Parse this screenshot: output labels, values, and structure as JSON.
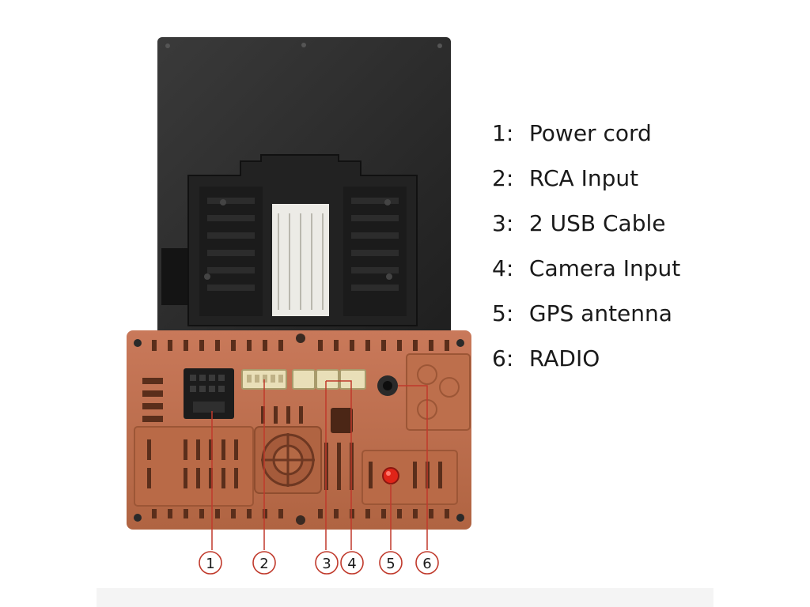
{
  "legend": [
    {
      "number": "1:",
      "label": "Power cord"
    },
    {
      "number": "2:",
      "label": "RCA Input"
    },
    {
      "number": "3:",
      "label": "2 USB Cable"
    },
    {
      "number": "4:",
      "label": "Camera Input"
    },
    {
      "number": "5:",
      "label": "GPS antenna"
    },
    {
      "number": "6:",
      "label": "RADIO"
    }
  ],
  "callouts": [
    "1",
    "2",
    "3",
    "4",
    "5",
    "6"
  ],
  "colors": {
    "screen_back": "#2a2a2a",
    "chassis": "#c0714c",
    "chassis_dark": "#9c5636",
    "connector": "#e9dfb8",
    "callout_ring": "#c0392b",
    "button": "#e02418"
  }
}
